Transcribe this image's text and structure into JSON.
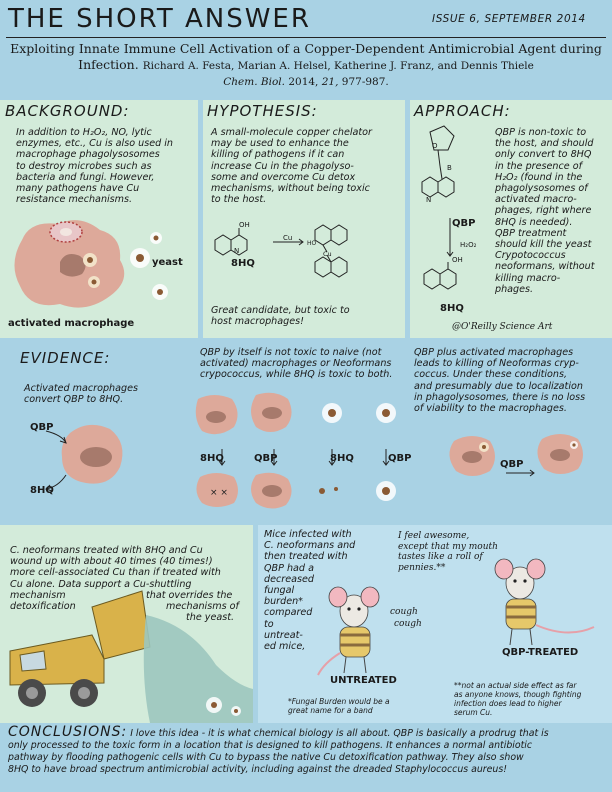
{
  "header": {
    "title": "THE SHORT ANSWER",
    "issue": "ISSUE 6, SEPTEMBER 2014",
    "paper_title_1": "Exploiting Innate Immune Cell Activation of a Copper-Dependent Antimicrobial Agent during",
    "paper_title_2": "Infection.",
    "authors": "Richard A. Festa, Marian A. Helsel, Katherine J. Franz, and Dennis Thiele",
    "journal": "Chem. Biol.",
    "year": "2014,",
    "volume": "21,",
    "pages": "977-987."
  },
  "background": {
    "heading": "BACKGROUND:",
    "lines": [
      "In addition to H₂O₂, NO, lytic",
      "enzymes, etc., Cu is also used in",
      "macrophage phagolysosomes",
      "to destroy microbes such as",
      "bacteria and fungi. However,",
      "many pathogens have Cu",
      "resistance mechanisms."
    ],
    "label_yeast": "yeast",
    "label_macrophage": "activated macrophage"
  },
  "hypothesis": {
    "heading": "HYPOTHESIS:",
    "lines": [
      "A small-molecule copper chelator",
      "may be used to enhance the",
      "killing of pathogens if it can",
      "increase Cu in the phagolyso-",
      "some and overcome Cu detox",
      "mechanisms, without being toxic",
      "to the host."
    ],
    "label_8hq": "8HQ",
    "oh": "OH",
    "n": "N",
    "cu": "Cu",
    "cu_center": "Cu",
    "ho": "HO",
    "footer_1": "Great candidate, but toxic to",
    "footer_2": "host macrophages!"
  },
  "approach": {
    "heading": "APPROACH:",
    "lines": [
      "QBP is non-toxic to",
      "the host, and should",
      "only convert to 8HQ",
      "in the presence of",
      "H₂O₂ (found in the",
      "phagolysosomes of",
      "activated macro-",
      "phages, right where",
      "8HQ is needed).",
      "QBP treatment",
      "should kill the yeast",
      "Crypotococcus",
      "neoformans, without",
      "killing macro-",
      "phages."
    ],
    "label_qbp": "QBP",
    "label_8hq": "8HQ",
    "h2o2": "H₂O₂",
    "b": "B",
    "o": "O",
    "oh": "OH",
    "n": "N",
    "credit": "@O'Reilly Science Art"
  },
  "evidence": {
    "heading": "EVIDENCE:",
    "intro_1": "Activated macrophages",
    "intro_2": "convert QBP to 8HQ.",
    "label_qbp": "QBP",
    "label_8hq": "8HQ",
    "mid_lines": [
      "QBP by itself is not toxic to naive (not",
      "activated) macrophages or Neoformans",
      "crypococcus, while 8HQ is toxic to both."
    ],
    "mid_labels": [
      "8HQ",
      "QBP",
      "8HQ",
      "QBP"
    ],
    "right_lines": [
      "QBP plus activated macrophages",
      "leads to killing of Neoformas cryp-",
      "coccus. Under these conditions,",
      "and presumably due to localization",
      "in phagolysosomes, there is no loss",
      "of viability to the macrophages."
    ],
    "right_label_qbp": "QBP"
  },
  "dump": {
    "lines": [
      "C. neoformans treated with 8HQ and Cu",
      "wound up with about 40 times (40 times!)",
      "more cell-associated Cu than if treated with",
      "Cu alone. Data support a Cu-shuttling"
    ],
    "left_a": "mechanism",
    "right_a": "that overrides the",
    "left_b": "detoxification",
    "right_b": "mechanisms of",
    "right_c": "the yeast."
  },
  "mice": {
    "text": [
      "Mice infected with",
      "C. neoformans and",
      "then treated with",
      "QBP had a",
      "decreased",
      "fungal",
      "burden*",
      "compared",
      "to",
      "untreat-",
      "ed mice,"
    ],
    "cough_1": "cough",
    "cough_2": "cough",
    "quote": [
      "I feel awesome,",
      "except that my mouth",
      "tastes like a roll of",
      "pennies.**"
    ],
    "label_untreated": "UNTREATED",
    "label_treated": "QBP-TREATED",
    "note_fungal": [
      "*Fungal Burden would be a",
      "great name for a band"
    ],
    "note_side": [
      "**not an actual side effect as far",
      "as anyone knows, though fighting",
      "infection does lead to higher",
      "serum Cu."
    ]
  },
  "conclusions": {
    "heading": "CONCLUSIONS:",
    "line_1": "I love this idea - it is what chemical biology is all about. QBP is basically a prodrug that is",
    "line_2": "only processed to the toxic form in a location that is designed to kill pathogens. It enhances a normal antibiotic",
    "line_3": "pathway by flooding pathogenic cells with Cu to bypass the native Cu detoxification pathway. They also show",
    "line_4": "8HQ to have broad spectrum antimicrobial activity, including against the dreaded Staphylococcus aureus!"
  }
}
